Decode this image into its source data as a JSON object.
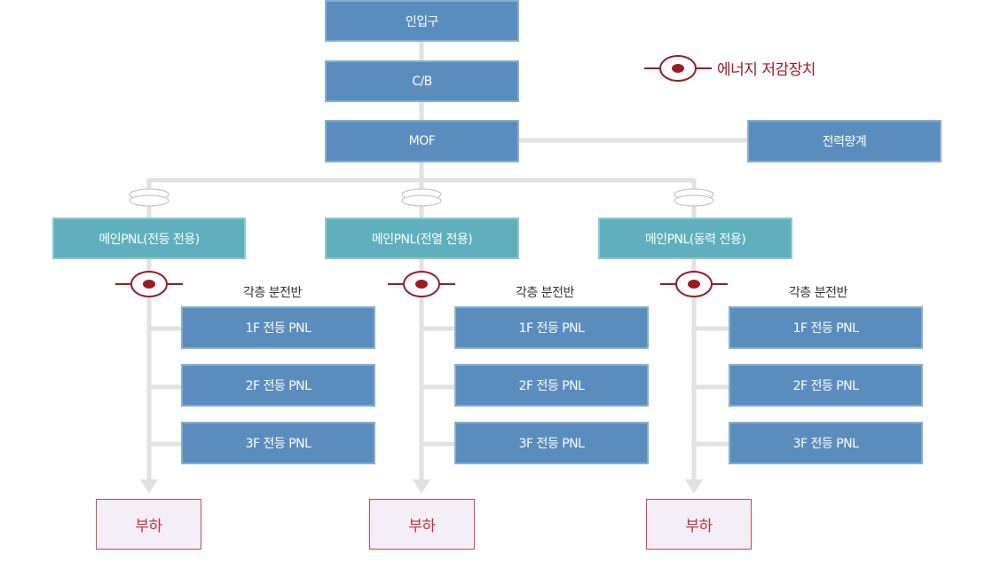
{
  "top": {
    "entrance": "인입구",
    "breaker": "C/B",
    "mof": "MOF",
    "meter": "전력량계"
  },
  "legend": {
    "label": "에너지 저감장치",
    "icon": "energy-saver-icon"
  },
  "panels": [
    {
      "title": "메인PNL(전등 전용)",
      "caption": "각층 분전반",
      "floors": [
        "1F 전등 PNL",
        "2F 전등 PNL",
        "3F 전등 PNL"
      ],
      "load": "부하"
    },
    {
      "title": "메인PNL(전열 전용)",
      "caption": "각층 분전반",
      "floors": [
        "1F 전등 PNL",
        "2F 전등 PNL",
        "3F 전등 PNL"
      ],
      "load": "부하"
    },
    {
      "title": "메인PNL(동력 전용)",
      "caption": "각층 분전반",
      "floors": [
        "1F 전등 PNL",
        "2F 전등 PNL",
        "3F 전등 PNL"
      ],
      "load": "부하"
    }
  ],
  "colors": {
    "blue_box": "#5a8dbd",
    "teal_box": "#5fb0bc",
    "connector": "#e0e0e0",
    "device": "#9c1a22",
    "load_text": "#c0303a"
  }
}
